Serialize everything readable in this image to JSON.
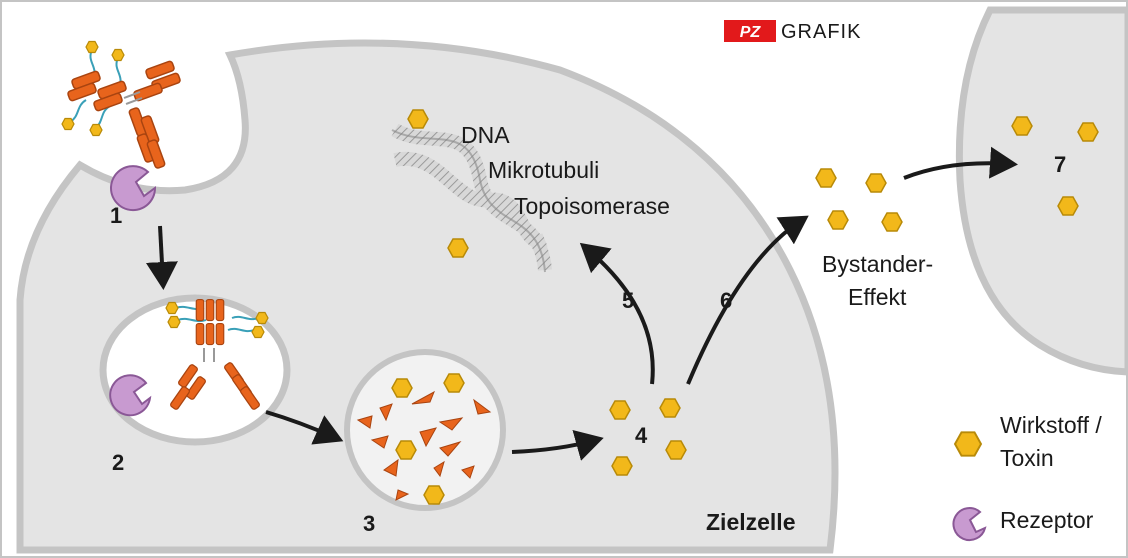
{
  "logo": {
    "pz": "PZ",
    "grafik": "GRAFIK"
  },
  "steps": {
    "s1": "1",
    "s2": "2",
    "s3": "3",
    "s4": "4",
    "s5": "5",
    "s6": "6",
    "s7": "7"
  },
  "targets": {
    "l1": "DNA",
    "l2": "Mikrotubuli",
    "l3": "Topoisomerase"
  },
  "bystander": {
    "l1": "Bystander-",
    "l2": "Effekt"
  },
  "cell_label": "Zielzelle",
  "legend": {
    "drug_l1": "Wirkstoff /",
    "drug_l2": "Toxin",
    "receptor": "Rezeptor"
  },
  "colors": {
    "cell_fill": "#e4e4e4",
    "cell_border": "#c4c4c4",
    "drug": "#f2b81a",
    "drug_stroke": "#b88a08",
    "antibody": "#e8641c",
    "antibody_stroke": "#a94410",
    "receptor": "#c89ad0",
    "receptor_stroke": "#8a5896",
    "linker": "#3aa0b8",
    "arrow": "#1a1a1a",
    "logo_red": "#e2191b"
  }
}
